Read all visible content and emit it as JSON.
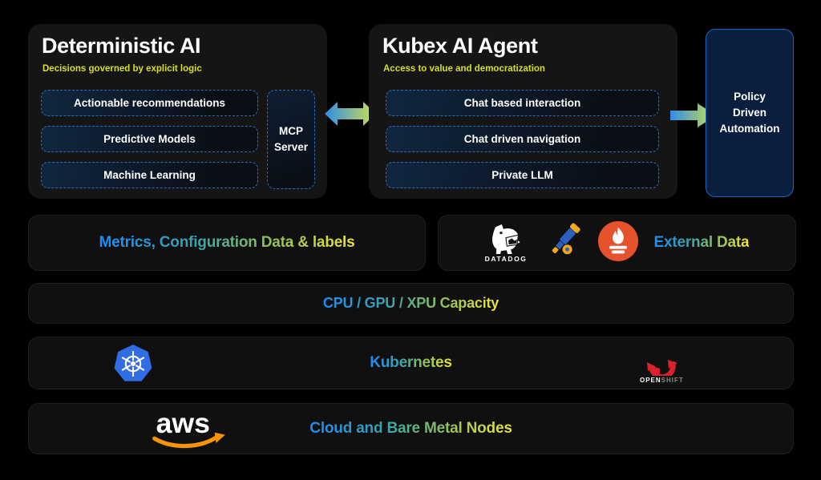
{
  "diagram": {
    "deterministic": {
      "title": "Deterministic AI",
      "subtitle": "Decisions governed by explicit logic",
      "pills": [
        "Actionable recommendations",
        "Predictive Models",
        "Machine Learning"
      ],
      "mcp": "MCP Server"
    },
    "kubex": {
      "title": "Kubex AI Agent",
      "subtitle": "Access to value and democratization",
      "pills": [
        "Chat based interaction",
        "Chat driven navigation",
        "Private LLM"
      ]
    },
    "policy": {
      "label": "Policy Driven Automation"
    },
    "rows": {
      "metrics": {
        "label": "Metrics, Configuration Data & labels"
      },
      "external": {
        "label": "External Data",
        "datadog_caption": "DATADOG"
      },
      "capacity": {
        "label": "CPU / GPU / XPU Capacity"
      },
      "kubernetes": {
        "label": "Kubernetes",
        "openshift_caption_bold": "OPEN",
        "openshift_caption_rest": "SHIFT"
      },
      "cloud": {
        "label": "Cloud and Bare Metal Nodes",
        "aws_wordmark": "aws"
      }
    },
    "colors": {
      "background": "#000000",
      "card_bg": "#151515",
      "row_bg": "#101010",
      "accent_yellow": "#d9de24",
      "dashed_border_blue": "#2e6cb5",
      "policy_bg": "#0a1f3d",
      "policy_border_blue": "#1e63c0",
      "gradient_start": "#1e8bf7",
      "gradient_end": "#efe636",
      "arrow_blue": "#2f8ce8",
      "arrow_green": "#cfe24a",
      "kubernetes_blue": "#326ce5",
      "openshift_red": "#d8222e",
      "prometheus_orange": "#e6522c",
      "aws_orange": "#f79400",
      "telescope_blue": "#2e5fc0",
      "telescope_gold": "#f2a71b"
    }
  }
}
